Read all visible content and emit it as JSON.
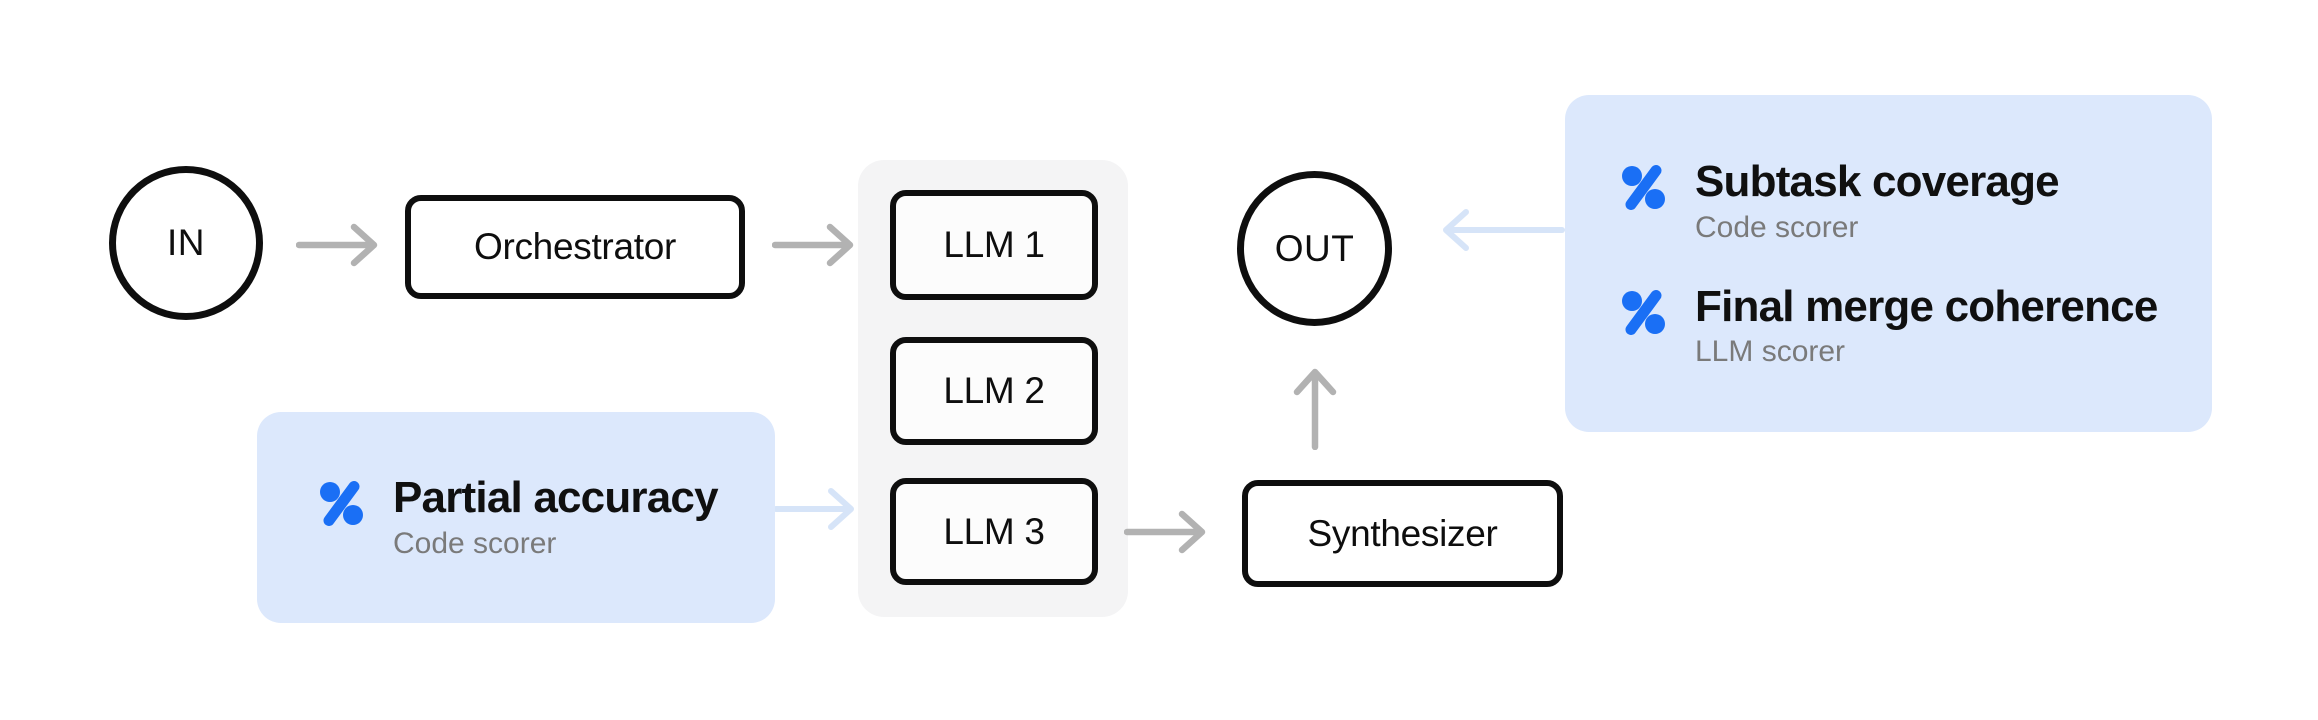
{
  "colors": {
    "background": "#ffffff",
    "ink": "#0e0e0e",
    "accent_blue": "#1a6ff5",
    "callout_bg": "#dce8fc",
    "arrow_gray": "#b2b2b2",
    "arrow_blue": "#d6e4f8",
    "group_bg": "#f4f4f5",
    "node_bg": "#fcfcfc",
    "subtitle_gray": "#7a7a7a"
  },
  "diagram": {
    "nodes": {
      "input": {
        "label": "IN"
      },
      "orchestrator": {
        "label": "Orchestrator"
      },
      "llms": [
        {
          "label": "LLM 1"
        },
        {
          "label": "LLM 2"
        },
        {
          "label": "LLM 3"
        }
      ],
      "synthesizer": {
        "label": "Synthesizer"
      },
      "output": {
        "label": "OUT"
      }
    },
    "callouts": {
      "partial_accuracy": {
        "title": "Partial accuracy",
        "subtitle": "Code scorer",
        "icon": "scorer-percent-icon"
      },
      "subtask_coverage": {
        "title": "Subtask coverage",
        "subtitle": "Code scorer",
        "icon": "scorer-percent-icon"
      },
      "final_merge_coherence": {
        "title": "Final merge coherence",
        "subtitle": "LLM scorer",
        "icon": "scorer-percent-icon"
      }
    }
  }
}
